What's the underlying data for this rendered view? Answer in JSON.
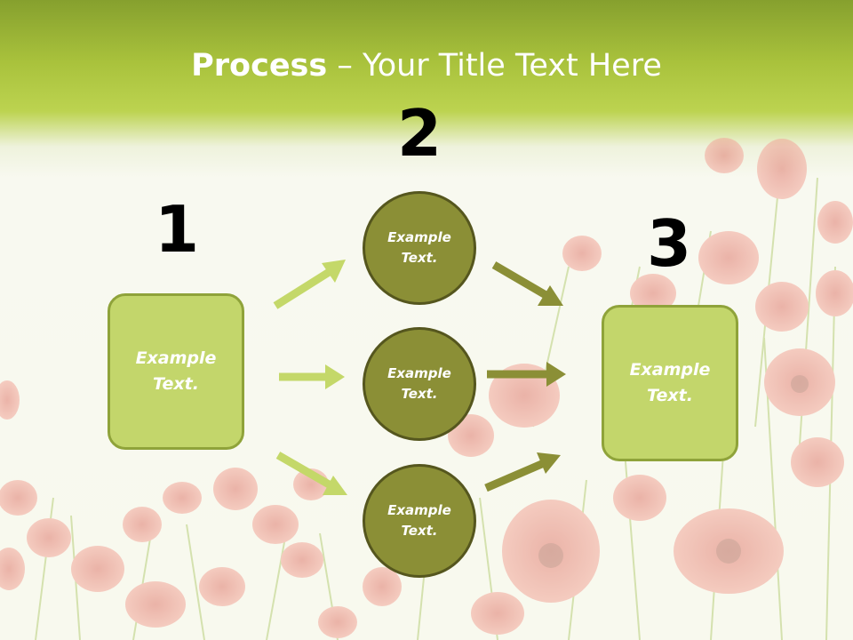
{
  "slide": {
    "title_bold": "Process",
    "title_rest": " – Your Title Text Here"
  },
  "steps": {
    "one": "1",
    "two": "2",
    "three": "3"
  },
  "box_left": {
    "label": "Example\nText."
  },
  "box_right": {
    "label": "Example\nText."
  },
  "circles": {
    "top": {
      "label": "Example\nText."
    },
    "middle": {
      "label": "Example\nText."
    },
    "bottom": {
      "label": "Example\nText."
    }
  },
  "colors": {
    "header_green": "#a9c23c",
    "box_fill": "#c3d66b",
    "box_border": "#8fa33a",
    "circle_fill": "#8b8f36",
    "circle_border": "#55561e",
    "arrow_light": "#c4d869",
    "arrow_dark": "#8b8f36"
  }
}
